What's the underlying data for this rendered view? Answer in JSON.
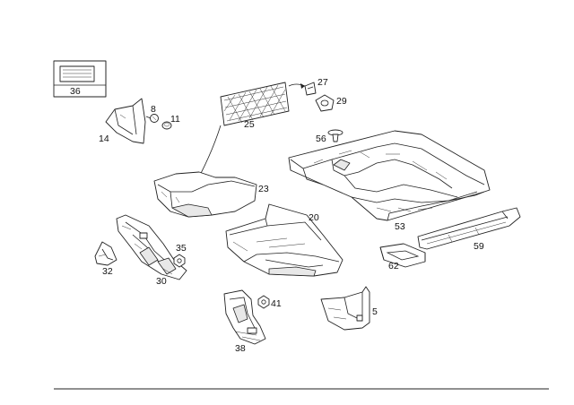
{
  "callouts": {
    "c36": "36",
    "c27": "27",
    "c29": "29",
    "c8": "8",
    "c11": "11",
    "c14": "14",
    "c25": "25",
    "c56": "56",
    "c23": "23",
    "c20": "20",
    "c53": "53",
    "c35": "35",
    "c32": "32",
    "c30": "30",
    "c62": "62",
    "c59": "59",
    "c41": "41",
    "c5": "5",
    "c38": "38"
  }
}
